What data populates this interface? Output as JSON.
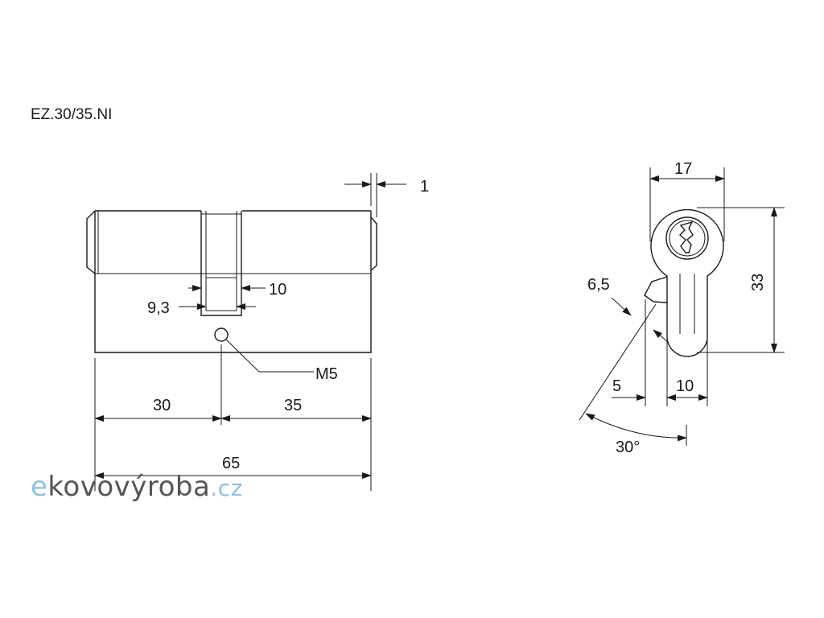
{
  "title": "EZ.30/35.NI",
  "front_view": {
    "dim_total": "65",
    "dim_left": "30",
    "dim_right": "35",
    "dim_cam_width_outer": "10",
    "dim_cam_width_inner": "9,3",
    "dim_step": "1",
    "thread_label": "M5"
  },
  "side_view": {
    "dim_width": "17",
    "dim_height": "33",
    "dim_cam_radius": "6,5",
    "dim_offset": "5",
    "dim_bottom_width": "10",
    "dim_angle": "30°"
  },
  "logo": {
    "prefix": "e",
    "main": "kovovýroba",
    "suffix": ".cz",
    "colors": {
      "accent": "#8fc1e0",
      "text": "#555555"
    }
  }
}
